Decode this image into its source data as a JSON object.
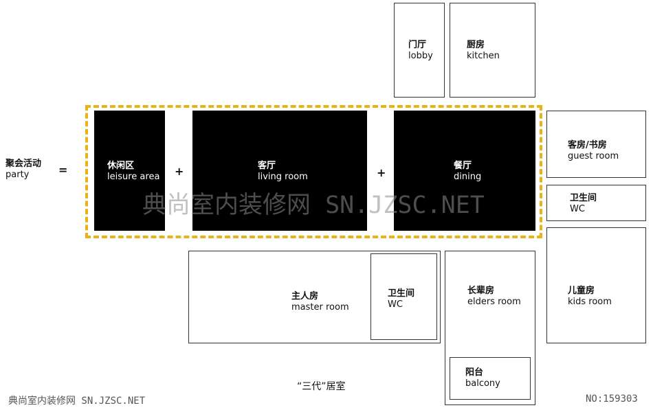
{
  "party": {
    "zh": "聚会活动",
    "en": "party",
    "equals": "="
  },
  "rooms": {
    "lobby": {
      "zh": "门厅",
      "en": "lobby"
    },
    "kitchen": {
      "zh": "厨房",
      "en": "kitchen"
    },
    "leisure": {
      "zh": "休闲区",
      "en": "leisure area"
    },
    "living": {
      "zh": "客厅",
      "en": "living room"
    },
    "dining": {
      "zh": "餐厅",
      "en": "dining"
    },
    "guest": {
      "zh": "客房/书房",
      "en": "guest room"
    },
    "wc_right": {
      "zh": "卫生间",
      "en": "WC"
    },
    "master": {
      "zh": "主人房",
      "en": "master room"
    },
    "wc_master": {
      "zh": "卫生间",
      "en": "WC"
    },
    "elders": {
      "zh": "长辈房",
      "en": "elders room"
    },
    "balcony": {
      "zh": "阳台",
      "en": "balcony"
    },
    "kids": {
      "zh": "儿童房",
      "en": "kids room"
    }
  },
  "operators": {
    "plus1": "+",
    "plus2": "+"
  },
  "caption": "“三代”居室",
  "watermarks": {
    "center": "典尚室内装修网 SN.JZSC.NET",
    "bottom_left": "典尚室内装修网 SN.JZSC.NET",
    "bottom_right": "NO:159303"
  },
  "colors": {
    "dashed_border": "#eab217",
    "dark_room": "#000000"
  }
}
